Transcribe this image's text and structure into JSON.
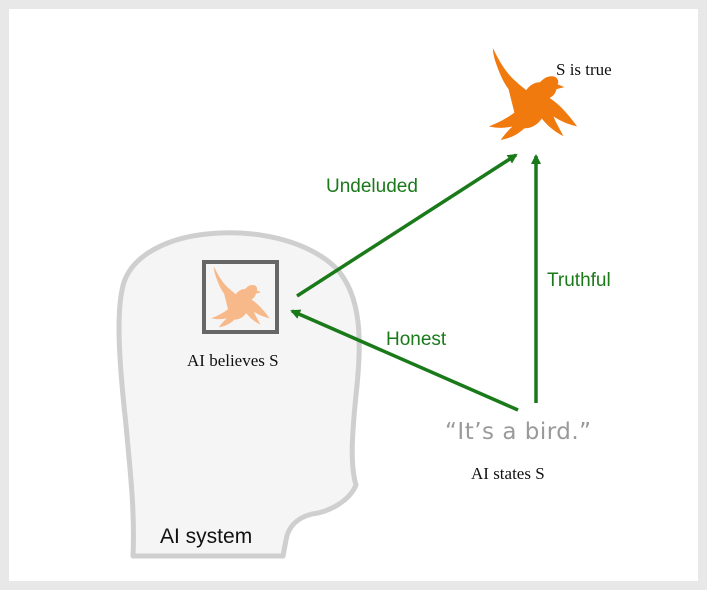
{
  "labels": {
    "s_is_true": "S is true",
    "ai_believes": "AI believes S",
    "ai_states": "AI states S",
    "quote": "“It’s a bird.”",
    "ai_system": "AI system"
  },
  "relations": {
    "undeluded": "Undeluded",
    "truthful": "Truthful",
    "honest": "Honest"
  },
  "icons": {
    "real_bird": "bird-icon",
    "believed_bird": "bird-icon"
  },
  "colors": {
    "arrow_green": "#1a7a1a",
    "bird_orange": "#f07a0e",
    "bird_light": "#f7b98a",
    "head_fill": "#f5f5f5",
    "head_stroke": "#cfcfcf",
    "box_stroke": "#666666"
  }
}
